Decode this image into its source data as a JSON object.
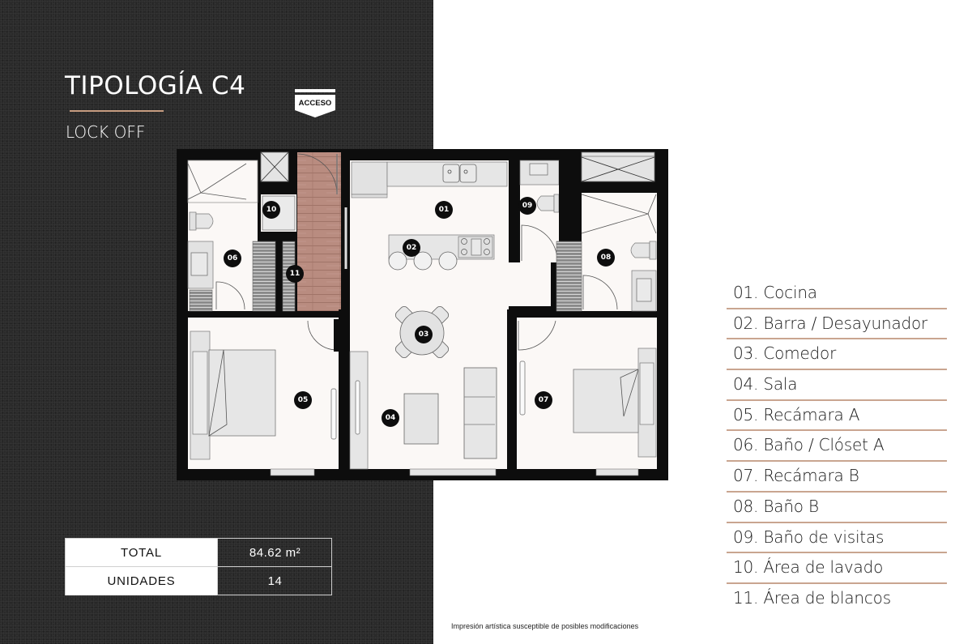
{
  "header": {
    "title": "TIPOLOGÍA C4",
    "subtitle": "LOCK OFF",
    "access_marker": "ACCESO"
  },
  "colors": {
    "accent_rule": "#c69c80",
    "legend_rule": "#c9a590",
    "dark_panel": "#2a2a2a",
    "floor": "#fbf8f6",
    "wall": "#0d0d0d",
    "wood_floor": "#b88a7e"
  },
  "plan": {
    "rooms": [
      {
        "id": "01",
        "name": "Cocina"
      },
      {
        "id": "02",
        "name": "Barra / Desayunador"
      },
      {
        "id": "03",
        "name": "Comedor"
      },
      {
        "id": "04",
        "name": "Sala"
      },
      {
        "id": "05",
        "name": "Recámara A"
      },
      {
        "id": "06",
        "name": "Baño / Clóset A"
      },
      {
        "id": "07",
        "name": "Recámara B"
      },
      {
        "id": "08",
        "name": "Baño B"
      },
      {
        "id": "09",
        "name": "Baño de visitas"
      },
      {
        "id": "10",
        "name": "Área de lavado"
      },
      {
        "id": "11",
        "name": "Área de blancos"
      }
    ]
  },
  "summary": {
    "rows": [
      {
        "label": "TOTAL",
        "value": "84.62 m²"
      },
      {
        "label": "UNIDADES",
        "value": "14"
      }
    ]
  },
  "legend": {
    "items": [
      "01. Cocina",
      "02. Barra / Desayunador",
      "03. Comedor",
      "04. Sala",
      "05. Recámara A",
      "06. Baño / Clóset A",
      "07. Recámara B",
      "08. Baño B",
      "09. Baño de visitas",
      "10. Área de lavado",
      "11. Área de blancos"
    ]
  },
  "footer": {
    "disclaimer": "Impresión artística susceptible de posibles modificaciones"
  }
}
